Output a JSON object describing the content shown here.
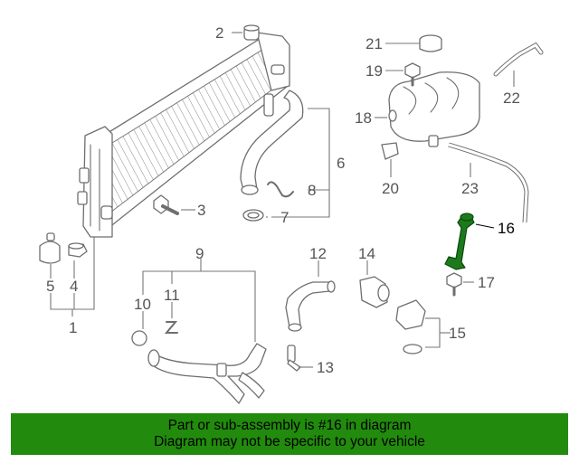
{
  "callouts": {
    "c1": "1",
    "c2": "2",
    "c3": "3",
    "c4": "4",
    "c5": "5",
    "c6": "6",
    "c7": "7",
    "c8": "8",
    "c9": "9",
    "c10": "10",
    "c11": "11",
    "c12": "12",
    "c13": "13",
    "c14": "14",
    "c15": "15",
    "c16": "16",
    "c17": "17",
    "c18": "18",
    "c19": "19",
    "c20": "20",
    "c21": "21",
    "c22": "22",
    "c23": "23"
  },
  "highlighted_part": "16",
  "colors": {
    "highlight_part": "#1c7a1c",
    "banner_background": "#228b0d",
    "line_art": "#6e6e6e"
  },
  "banner": {
    "line1": "Part or sub-assembly is #16 in diagram",
    "line2": "Diagram may not be specific to your vehicle"
  }
}
